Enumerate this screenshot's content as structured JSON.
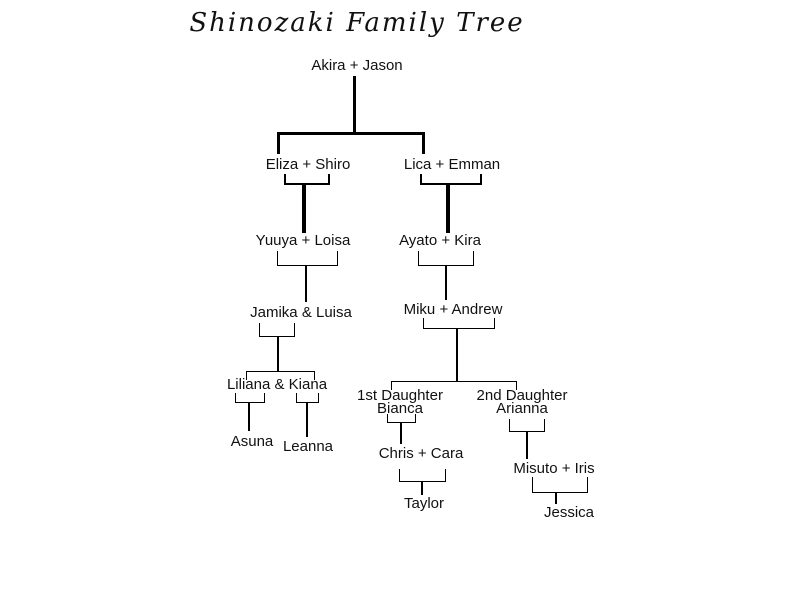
{
  "title": "Shinozaki Family Tree",
  "colors": {
    "background": "#ffffff",
    "text": "#111111",
    "line": "#000000"
  },
  "nodes": {
    "akira_jason": "Akira + Jason",
    "eliza_shiro": "Eliza + Shiro",
    "lica_emman": "Lica + Emman",
    "yuuya_loisa": "Yuuya + Loisa",
    "ayato_kira": "Ayato + Kira",
    "jamika_luisa": "Jamika & Luisa",
    "miku_andrew": "Miku + Andrew",
    "liliana_kiana": "Liliana & Kiana",
    "first_daughter": "1st Daughter",
    "bianca": "Bianca",
    "second_daughter": "2nd Daughter",
    "arianna": "Arianna",
    "asuna": "Asuna",
    "leanna": "Leanna",
    "chris_cara": "Chris + Cara",
    "misuto_iris": "Misuto + Iris",
    "taylor": "Taylor",
    "jessica": "Jessica"
  }
}
